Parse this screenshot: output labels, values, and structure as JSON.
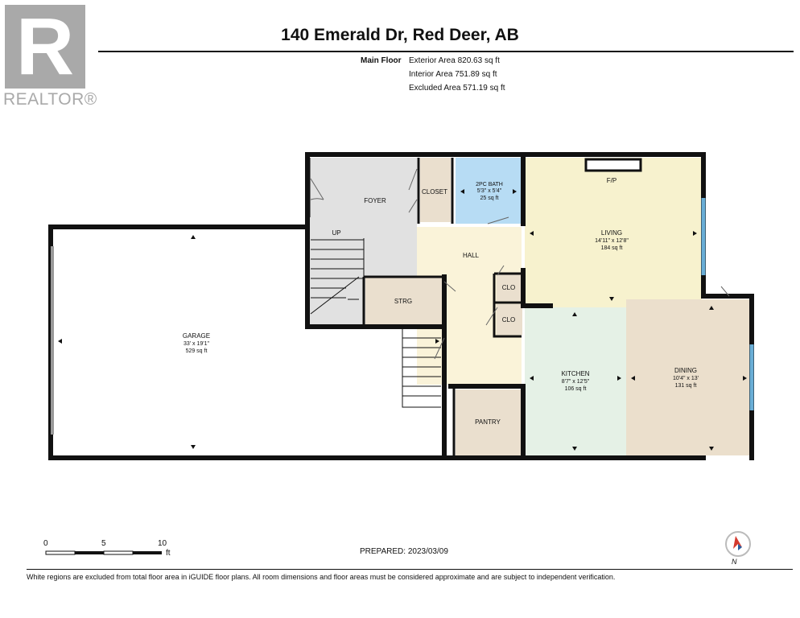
{
  "logo": {
    "letter": "R",
    "wordmark": "REALTOR®"
  },
  "title": "140 Emerald Dr, Red Deer, AB",
  "areas": {
    "floor": "Main Floor",
    "exterior": "Exterior Area 820.63 sq ft",
    "interior": "Interior Area 751.89 sq ft",
    "excluded": "Excluded Area 571.19 sq ft"
  },
  "rooms": {
    "garage": {
      "name": "GARAGE",
      "dims": "33' x 19'1\"",
      "area": "529 sq ft",
      "color": "#ffffff"
    },
    "foyer": {
      "name": "FOYER",
      "color": "#e1e1e1"
    },
    "closet": {
      "name": "CLOSET",
      "color": "#eadfce"
    },
    "bath": {
      "name": "2PC BATH",
      "dims": "5'3\" x 5'4\"",
      "area": "25 sq ft",
      "color": "#b7dcf4"
    },
    "living": {
      "name": "LIVING",
      "dims": "14'11\" x 12'8\"",
      "area": "184 sq ft",
      "color": "#f7f2ce"
    },
    "fp": "F/P",
    "hall": {
      "name": "HALL",
      "color": "#faf3d9"
    },
    "clo1": {
      "name": "CLO",
      "color": "#eadfce"
    },
    "clo2": {
      "name": "CLO",
      "color": "#eadfce"
    },
    "strg": {
      "name": "STRG",
      "color": "#eadfce"
    },
    "kitchen": {
      "name": "KITCHEN",
      "dims": "8'7\" x 12'5\"",
      "area": "106 sq ft",
      "color": "#e5f1e6"
    },
    "dining": {
      "name": "DINING",
      "dims": "10'4\" x 13'",
      "area": "131 sq ft",
      "color": "#ebdfcc"
    },
    "pantry": {
      "name": "PANTRY",
      "color": "#eadfce"
    },
    "up": "UP"
  },
  "colors": {
    "wall": "#111111",
    "window": "#6aaed6"
  },
  "scale": {
    "ticks": [
      "0",
      "5",
      "10"
    ],
    "unit": "ft"
  },
  "prepared": "PREPARED:  2023/03/09",
  "compass": {
    "label": "N",
    "icon": "compass-icon"
  },
  "disclaimer": "White regions are excluded from total floor area in iGUIDE floor plans. All room dimensions and floor areas must be considered approximate and are subject to independent verification."
}
